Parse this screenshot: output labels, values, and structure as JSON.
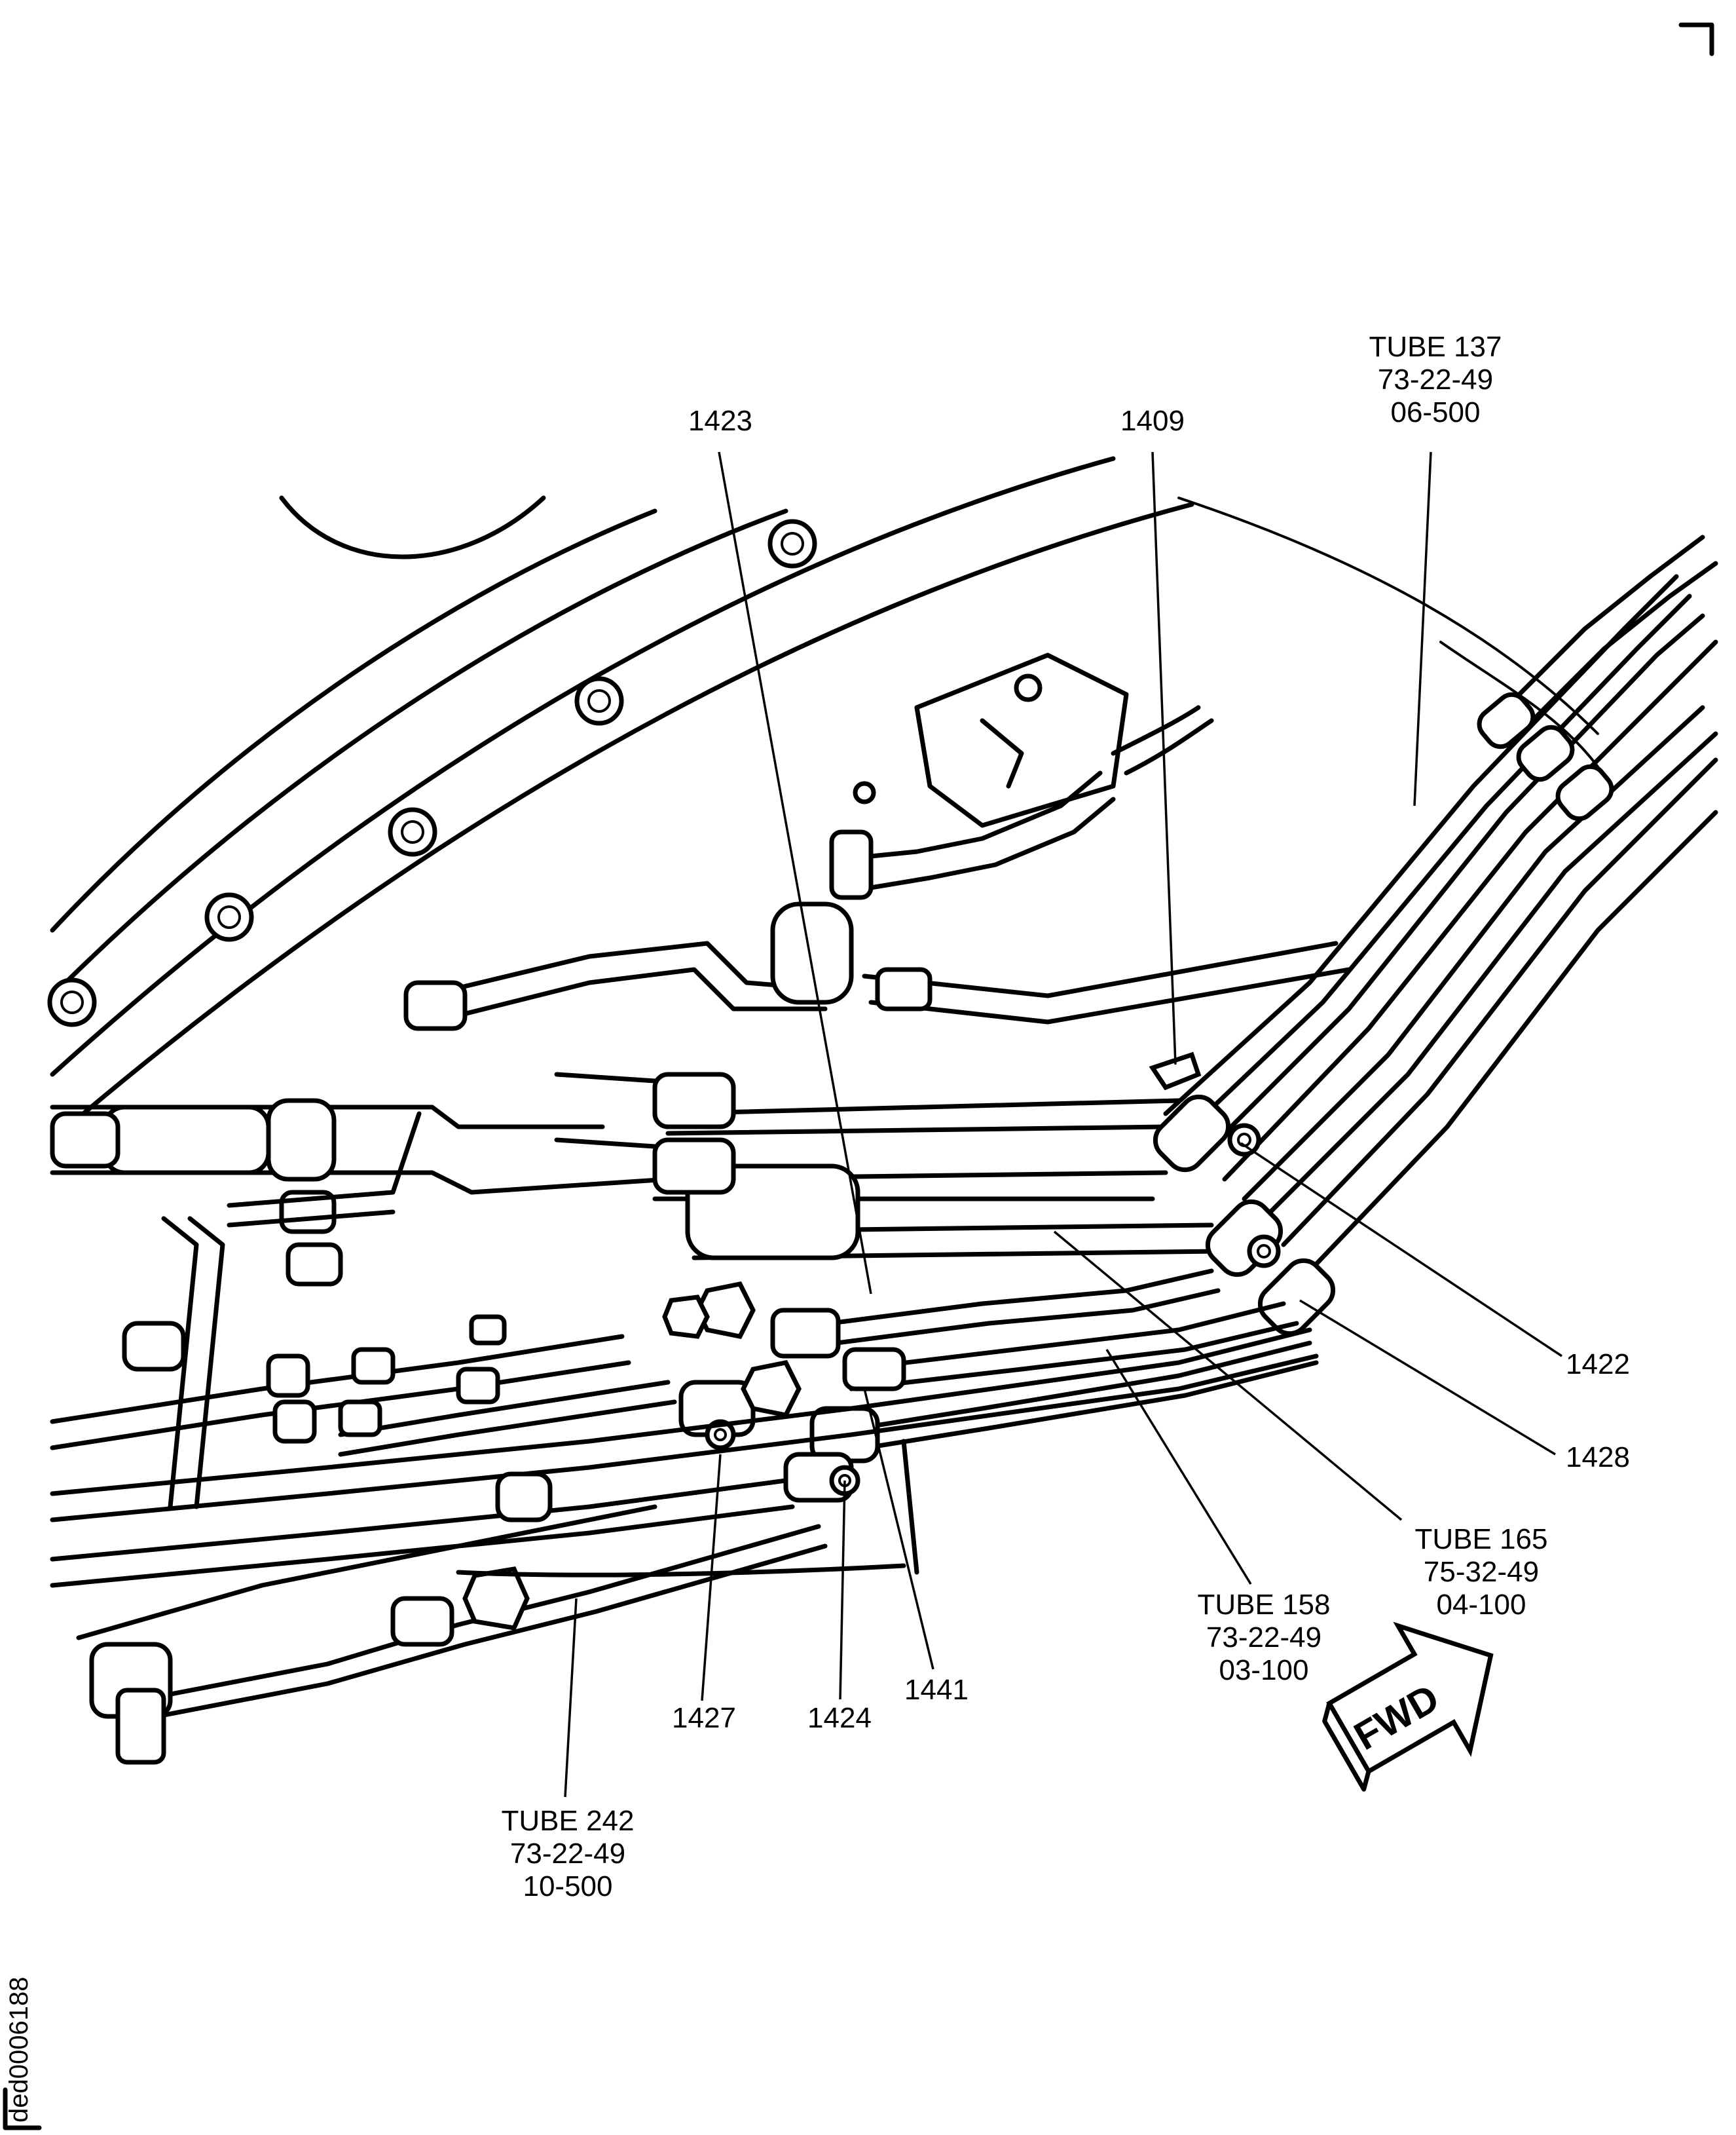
{
  "figure": {
    "id": "ded0006188",
    "type": "Fuel/hydraulic tube routing illustration (engine)",
    "direction_indicator": "FWD"
  },
  "callouts": {
    "item_1423": "1423",
    "item_1409": "1409",
    "item_1422": "1422",
    "item_1428": "1428",
    "item_1427": "1427",
    "item_1424": "1424",
    "item_1441": "1441"
  },
  "tubes": {
    "tube_137": {
      "name": "TUBE 137",
      "chapter": "73-22-49",
      "page": "06-500"
    },
    "tube_165": {
      "name": "TUBE 165",
      "chapter": "75-32-49",
      "page": "04-100"
    },
    "tube_158": {
      "name": "TUBE 158",
      "chapter": "73-22-49",
      "page": "03-100"
    },
    "tube_242": {
      "name": "TUBE 242",
      "chapter": "73-22-49",
      "page": "10-500"
    }
  }
}
